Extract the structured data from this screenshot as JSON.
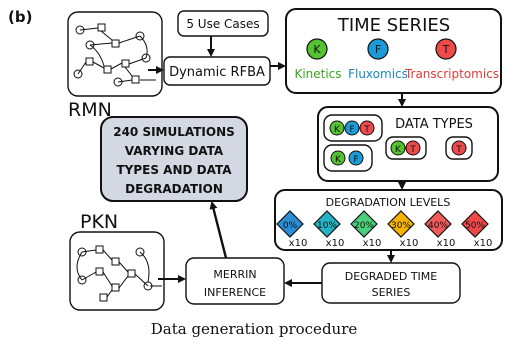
{
  "panel_label": "(b)",
  "nodes": {
    "use_cases": "5 Use Cases",
    "dynamic_rfba": "Dynamic RFBA",
    "rmn": "RMN",
    "pkn": "PKN",
    "time_series": {
      "title": "TIME SERIES",
      "kinetics_letter": "K",
      "fluxomics_letter": "F",
      "transcriptomics_letter": "T",
      "kinetics_label": "Kinetics",
      "fluxomics_label": "Fluxomics",
      "transcriptomics_label": "Transcriptomics"
    },
    "data_types": {
      "title": "DATA TYPES",
      "k": "K",
      "f": "F",
      "t": "T"
    },
    "degradation": {
      "title": "DEGRADATION LEVELS",
      "levels": [
        "0%",
        "10%",
        "20%",
        "30%",
        "40%",
        "50%"
      ],
      "multiplier": "x10"
    },
    "simulations": {
      "line1": "240 SIMULATIONS",
      "line2": "VARYING DATA",
      "line3": "TYPES AND DATA",
      "line4": "DEGRADATION"
    },
    "merrin": {
      "line1": "MERRIN",
      "line2": "INFERENCE"
    },
    "degraded": {
      "line1": "DEGRADED TIME",
      "line2": "SERIES"
    }
  },
  "caption": "Data generation procedure",
  "colors": {
    "kinetics": "#55c232",
    "fluxomics": "#1c9bd6",
    "transcriptomics": "#ef4a4a",
    "sim_box": "#d3d8e2",
    "level_0": "#2a8fd6",
    "level_10": "#25b3c4",
    "level_20": "#4ccf7a",
    "level_30": "#f7b300",
    "level_40": "#f05a5a",
    "level_50": "#f04848"
  }
}
